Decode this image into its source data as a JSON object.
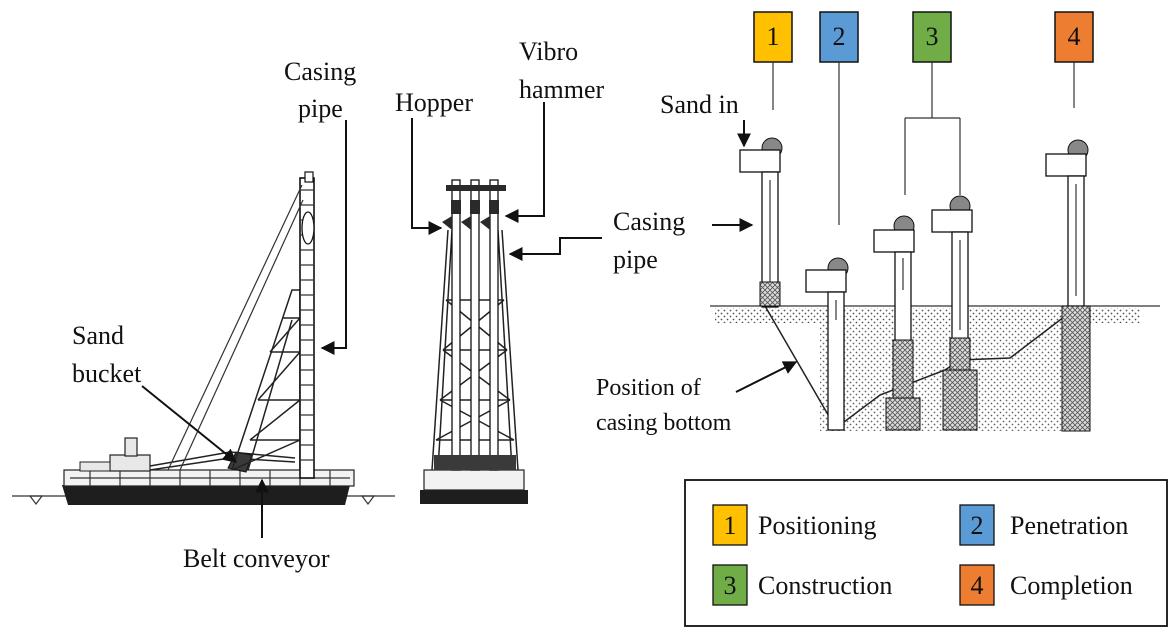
{
  "labels": {
    "casing_pipe_left_1": "Casing",
    "casing_pipe_left_2": "pipe",
    "vibro_1": "Vibro",
    "vibro_2": "hammer",
    "hopper": "Hopper",
    "casing_pipe_mid_1": "Casing",
    "casing_pipe_mid_2": "pipe",
    "sand_bucket_1": "Sand",
    "sand_bucket_2": "bucket",
    "belt_conveyor": "Belt conveyor",
    "sand_in": "Sand in",
    "position_1": "Position of",
    "position_2": "casing bottom"
  },
  "steps": [
    {
      "num": "1",
      "color": "#FFC000"
    },
    {
      "num": "2",
      "color": "#5B9BD5"
    },
    {
      "num": "3",
      "color": "#70AD47"
    },
    {
      "num": "4",
      "color": "#ED7D31"
    }
  ],
  "legend": [
    {
      "num": "1",
      "label": "Positioning",
      "color": "#FFC000"
    },
    {
      "num": "2",
      "label": "Penetration",
      "color": "#5B9BD5"
    },
    {
      "num": "3",
      "label": "Construction",
      "color": "#70AD47"
    },
    {
      "num": "4",
      "label": "Completion",
      "color": "#ED7D31"
    }
  ]
}
